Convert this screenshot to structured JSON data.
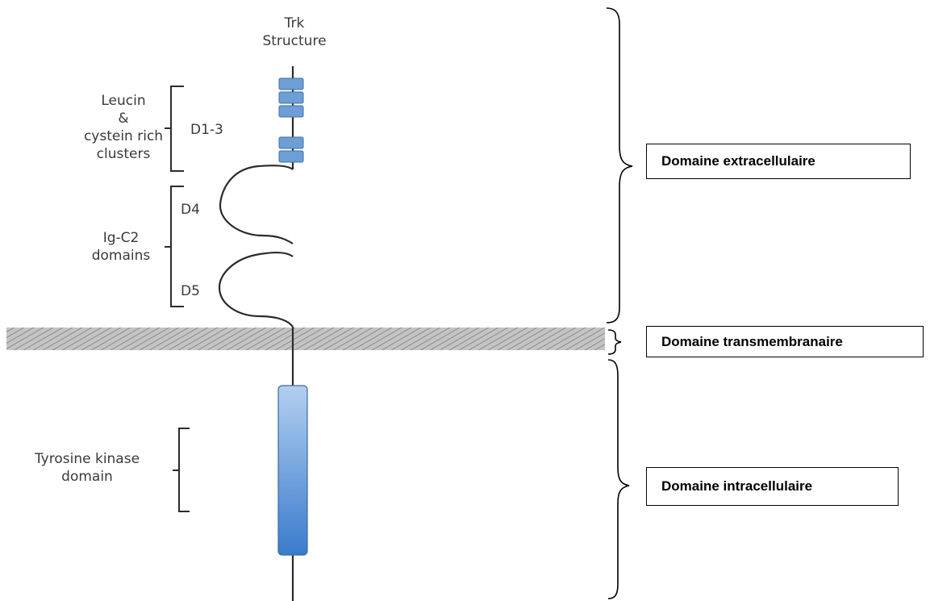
{
  "title": "Trk\nStructure",
  "labels": {
    "leucin": "Leucin\n&\ncystein rich\nclusters",
    "igc2": "Ig-C2\ndomains",
    "tyrosine": "Tyrosine kinase\ndomain"
  },
  "domains": {
    "d13": "D1-3",
    "d4": "D4",
    "d5": "D5"
  },
  "regions": {
    "extracellular": "Domaine extracellulaire",
    "transmembrane": "Domaine transmembranaire",
    "intracellular": "Domaine intracellulaire"
  },
  "colors": {
    "stroke": "#2b2b2b",
    "leucine_block": "#6d9fd6",
    "kinase_top": "#a9c8ee",
    "kinase_bottom": "#3f7fce",
    "membrane": "#a8a8a8"
  }
}
